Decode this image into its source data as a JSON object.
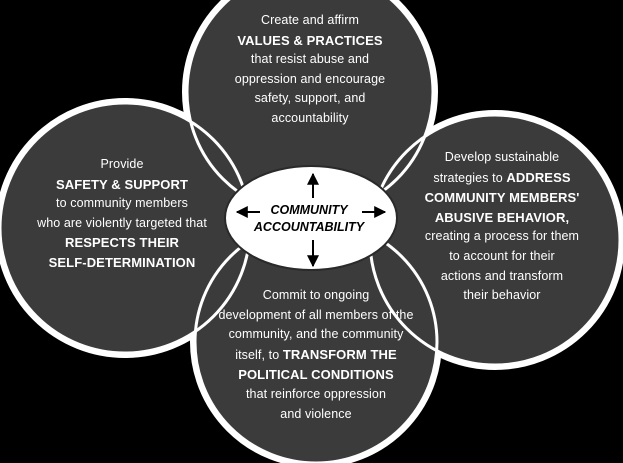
{
  "center": {
    "line1": "COMMUNITY",
    "line2": "ACCOUNTABILITY"
  },
  "top": {
    "pre": "Create and affirm",
    "emphasis": "VALUES & PRACTICES",
    "post1": "that resist abuse and",
    "post2": "oppression and encourage",
    "post3": "safety, support, and",
    "post4": "accountability"
  },
  "left": {
    "pre": "Provide",
    "emphasis1": "SAFETY & SUPPORT",
    "mid1": "to community members",
    "mid2": "who are violently targeted that",
    "emphasis2": "RESPECTS THEIR",
    "emphasis3": "SELF-DETERMINATION"
  },
  "right": {
    "pre1": "Develop sustainable",
    "pre2": "strategies to",
    "emphasis1": "ADDRESS",
    "emphasis2": "COMMUNITY MEMBERS'",
    "emphasis3": "ABUSIVE BEHAVIOR,",
    "post1": "creating a process for them",
    "post2": "to account for their",
    "post3": "actions and transform",
    "post4": "their behavior"
  },
  "bottom": {
    "pre1": "Commit to ongoing",
    "pre2": "development of all members of the",
    "pre3": "community, and the community",
    "pre4": "itself, to",
    "emphasis1": "TRANSFORM THE",
    "emphasis2": "POLITICAL CONDITIONS",
    "post1": "that reinforce oppression",
    "post2": "and violence"
  }
}
